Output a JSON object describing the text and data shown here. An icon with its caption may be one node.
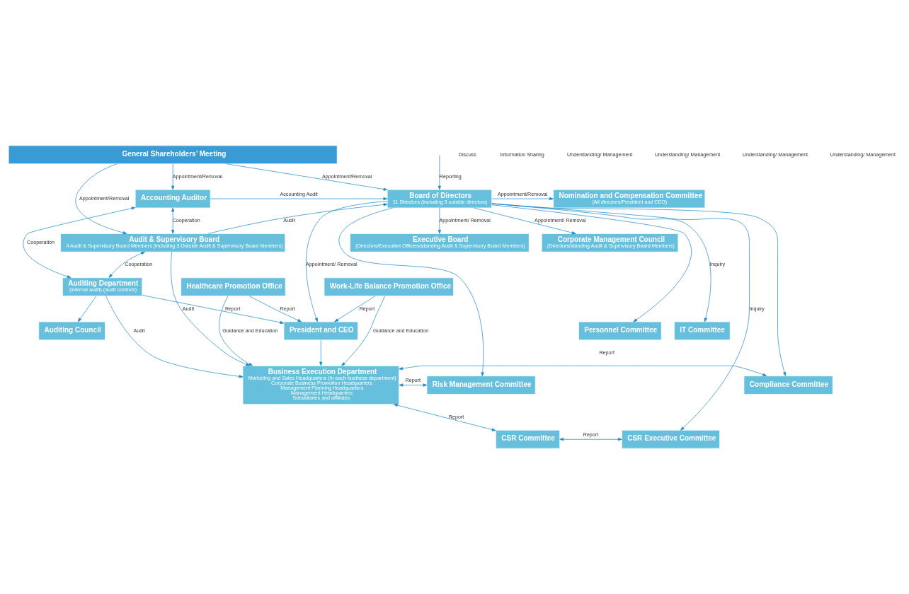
{
  "diagram": {
    "nodes": [
      {
        "text": [
          "General Shareholders’ Meeting"
        ]
      },
      {
        "text": [
          "Board of Directors",
          "11 Directors (including 3 outside directors)"
        ]
      },
      {
        "text": [
          "Accounting Auditor"
        ]
      },
      {
        "text": [
          "Nomination and Compensation Committee",
          "(All directors/President and CEO)"
        ]
      },
      {
        "text": [
          "Corporate Management Council",
          "(Directors/standing Audit & Supervisory Board Members)"
        ]
      },
      {
        "text": [
          "Executive Board",
          "(Directors/Executive Officers/standing Audit & Supervisory Board Members)"
        ]
      },
      {
        "text": [
          "Audit & Supervisory Board",
          "4 Audit & Supervisory Board Members (including 3 Outside Audit & Supervisory Board Members)"
        ]
      },
      {
        "text": [
          "President and CEO"
        ]
      },
      {
        "text": [
          "Personnel Committee"
        ]
      },
      {
        "text": [
          "IT Committee"
        ]
      },
      {
        "text": [
          "Auditing Council"
        ]
      },
      {
        "text": [
          "Healthcare Promotion Office"
        ]
      },
      {
        "text": [
          "Work-Life Balance Promotion Office"
        ]
      },
      {
        "text": [
          "Auditing Department",
          "(internal audit) (audit controls)"
        ]
      },
      {
        "text": [
          "CSR Committee"
        ]
      },
      {
        "text": [
          "CSR Executive Committee"
        ]
      },
      {
        "text": [
          "Business Execution Department",
          "Marketing and Sales Headquarters (in each business department)",
          "Corporate Business Promotion Headquarters",
          "Management Planning Headquarters",
          "Management Headquarters",
          "Subsidiaries and affiliates"
        ]
      },
      {
        "text": [
          "Compliance Committee"
        ]
      },
      {
        "text": [
          "Risk Management Committee"
        ]
      }
    ],
    "edges": [
      {
        "from": 0,
        "to": 1,
        "arrow": "to",
        "label": "Appointment/Removal"
      },
      {
        "from": 0,
        "to": 2,
        "arrow": "to",
        "label": "Appointment/Removal"
      },
      {
        "from": 0,
        "to": 6,
        "arrow": "to",
        "label": "Appointment/Removal"
      },
      {
        "from": 1,
        "to": 3,
        "arrow": "to",
        "label": "Appointment/Removal"
      },
      {
        "from": 1,
        "to": 4,
        "arrow": "to",
        "label": "Appointment/ Removal"
      },
      {
        "from": 1,
        "to": 5,
        "arrow": "to",
        "label": "Appointment/ Removal"
      },
      {
        "from": 1,
        "to": 7,
        "arrow": "to",
        "label": "Appointment/ Removal"
      },
      {
        "from": 2,
        "to": 1,
        "arrow": "to",
        "label": "Accounting Audit"
      },
      {
        "from": 2,
        "to": 6,
        "arrow": "both",
        "label": "Cooperation"
      },
      {
        "from": 6,
        "to": 1,
        "arrow": "to",
        "label": "Audit"
      },
      {
        "from": 2,
        "to": 13,
        "arrow": "both",
        "label": "Cooperation"
      },
      {
        "from": 6,
        "to": 13,
        "arrow": "both",
        "label": "Cooperation"
      },
      {
        "from": 13,
        "to": 10,
        "arrow": "to"
      },
      {
        "from": 13,
        "to": 7,
        "arrow": "to",
        "label": "Report"
      },
      {
        "from": null,
        "to": 1,
        "arrow": "to",
        "label": "Reporting"
      },
      {
        "from": 1,
        "to": 8,
        "arrow": "to"
      },
      {
        "from": 1,
        "to": 9,
        "arrow": "to",
        "label": "Inquiry"
      },
      {
        "from": 1,
        "to": 15,
        "arrow": "to",
        "label": "Inquiry"
      },
      {
        "from": 1,
        "to": 17,
        "arrow": "to"
      },
      {
        "from": 1,
        "to": 18,
        "arrow": "to"
      },
      {
        "from": 11,
        "to": 7,
        "arrow": "to",
        "label": "Report"
      },
      {
        "from": 12,
        "to": 7,
        "arrow": "to",
        "label": "Report"
      },
      {
        "from": 7,
        "to": 16,
        "arrow": "to"
      },
      {
        "from": 11,
        "to": 16,
        "arrow": "to",
        "label": "Guidance and Education"
      },
      {
        "from": 12,
        "to": 16,
        "arrow": "to",
        "label": "Guidance and Education"
      },
      {
        "from": 16,
        "to": 14,
        "arrow": "both",
        "label": "Report"
      },
      {
        "from": 14,
        "to": 15,
        "arrow": "both",
        "label": "Report"
      },
      {
        "from": 16,
        "to": 17,
        "arrow": "both",
        "label": "Report"
      },
      {
        "from": 16,
        "to": 18,
        "arrow": "both",
        "label": "Report"
      },
      {
        "from": 13,
        "to": 16,
        "arrow": "to",
        "label": "Audit"
      },
      {
        "from": 6,
        "to": 16,
        "arrow": "to",
        "label": "Audit"
      }
    ],
    "labels": [
      "Discuss",
      "Information Sharing",
      "Understanding/ Management",
      "Understanding/ Management",
      "Understanding/ Management",
      "Understanding/ Management"
    ]
  }
}
